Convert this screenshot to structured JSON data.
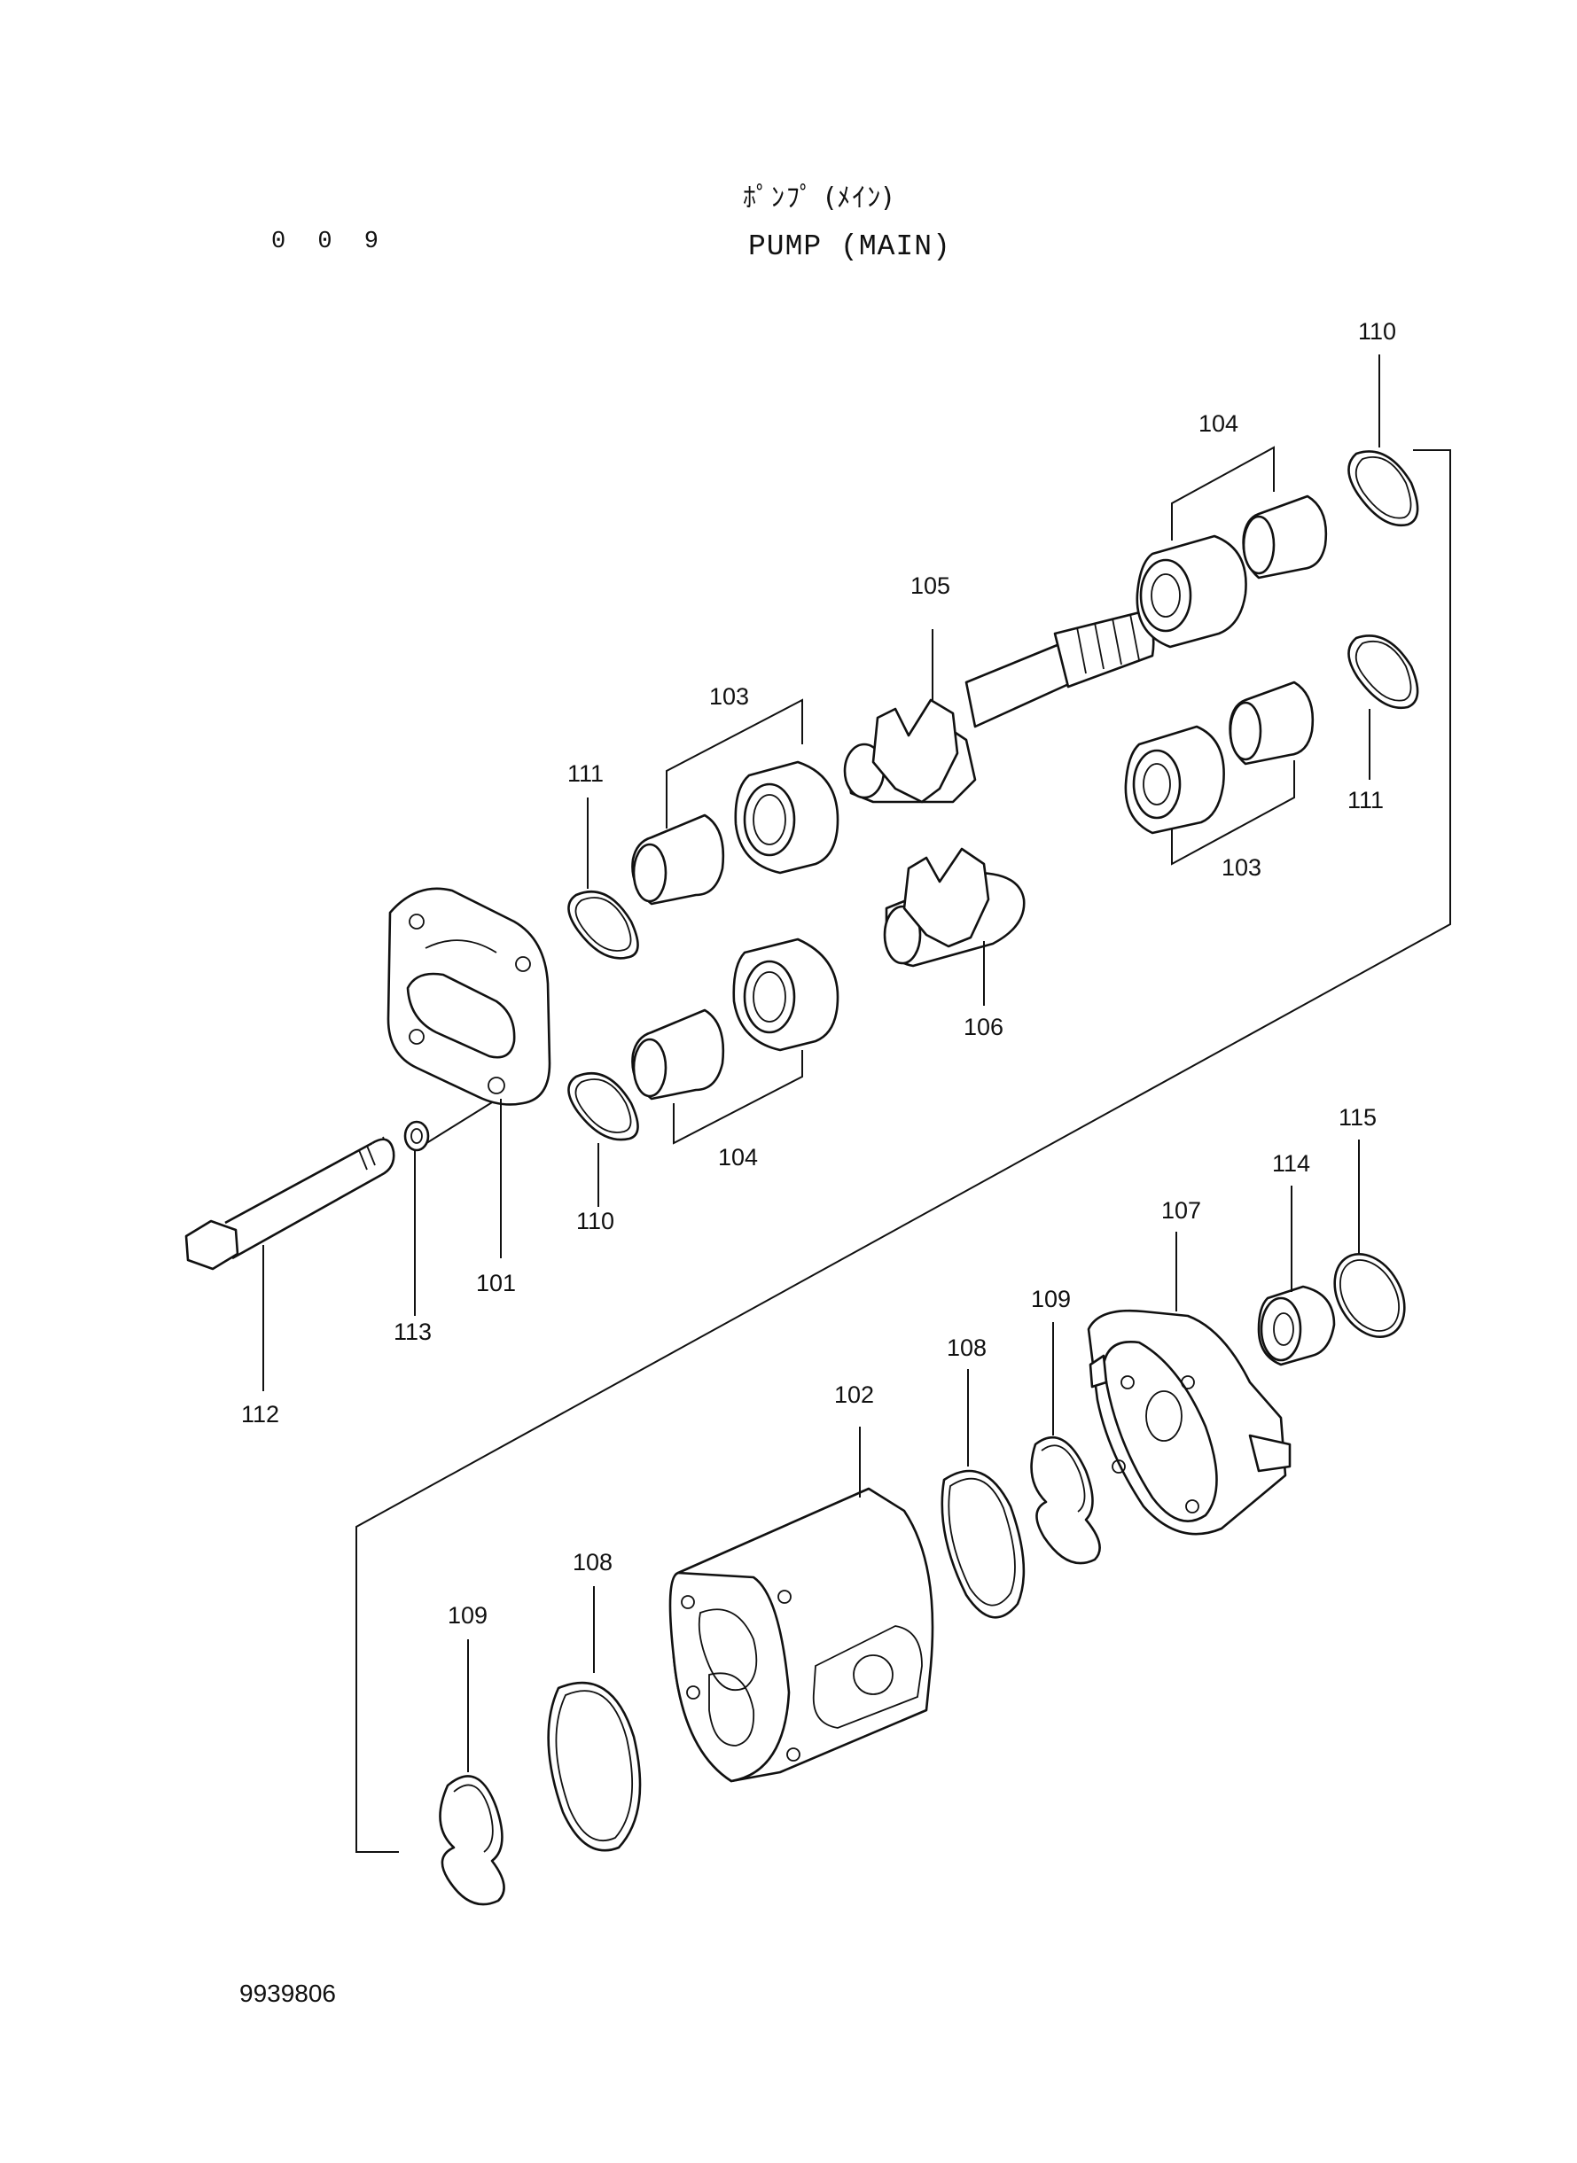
{
  "header": {
    "page_number": "0 0 9",
    "title_jp": "ﾎﾟﾝﾌﾟ (ﾒｲﾝ)",
    "title_en": "PUMP (MAIN)"
  },
  "footer": {
    "drawing_number": "9939806"
  },
  "parts": [
    {
      "key": "p101",
      "label": "101"
    },
    {
      "key": "p102",
      "label": "102"
    },
    {
      "key": "p103a",
      "label": "103"
    },
    {
      "key": "p103b",
      "label": "103"
    },
    {
      "key": "p104a",
      "label": "104"
    },
    {
      "key": "p104b",
      "label": "104"
    },
    {
      "key": "p105",
      "label": "105"
    },
    {
      "key": "p106",
      "label": "106"
    },
    {
      "key": "p107",
      "label": "107"
    },
    {
      "key": "p108a",
      "label": "108"
    },
    {
      "key": "p108b",
      "label": "108"
    },
    {
      "key": "p109a",
      "label": "109"
    },
    {
      "key": "p109b",
      "label": "109"
    },
    {
      "key": "p110a",
      "label": "110"
    },
    {
      "key": "p110b",
      "label": "110"
    },
    {
      "key": "p111a",
      "label": "111"
    },
    {
      "key": "p111b",
      "label": "111"
    },
    {
      "key": "p112",
      "label": "112"
    },
    {
      "key": "p113",
      "label": "113"
    },
    {
      "key": "p114",
      "label": "114"
    },
    {
      "key": "p115",
      "label": "115"
    }
  ]
}
